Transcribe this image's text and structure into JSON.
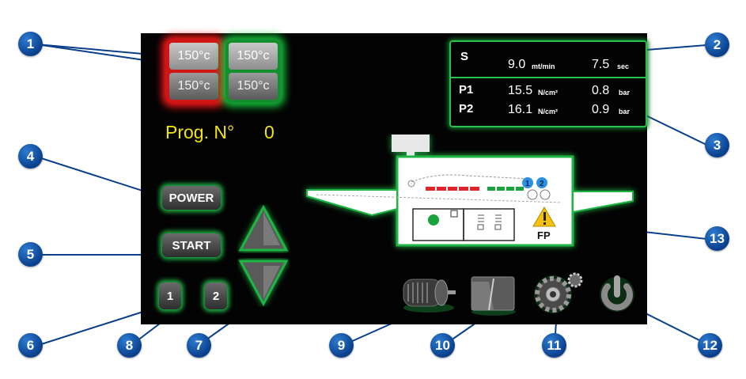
{
  "heaters": [
    {
      "top": "150°c",
      "bottom": "150°c",
      "state": "red"
    },
    {
      "top": "150°c",
      "bottom": "150°c",
      "state": "green"
    }
  ],
  "program": {
    "label": "Prog. N°",
    "number": "0"
  },
  "buttons": {
    "power": "POWER",
    "start": "START",
    "group1": "1",
    "group2": "2"
  },
  "speed_panel": {
    "s_label": "S",
    "s_value": "9.0",
    "s_unit": "mt/min",
    "s_time": "7.5",
    "s_time_unit": "sec",
    "p1_label": "P1",
    "p1_value": "15.5",
    "p1_unit": "N/cm²",
    "p1_bar": "0.8",
    "p1_bar_unit": "bar",
    "p2_label": "P2",
    "p2_value": "16.1",
    "p2_unit": "N/cm²",
    "p2_bar": "0.9",
    "p2_bar_unit": "bar"
  },
  "machine": {
    "station1": "1",
    "station2": "2",
    "warning_label": "FP"
  },
  "callouts": [
    "1",
    "2",
    "3",
    "4",
    "5",
    "6",
    "7",
    "8",
    "9",
    "10",
    "11",
    "12",
    "13"
  ],
  "icons": [
    "motor-icon",
    "folder-icon",
    "gear-icon",
    "power-icon",
    "warning-icon"
  ],
  "colors": {
    "accent_green": "#29c24a",
    "alarm_red": "#ff1a1a",
    "prog_yellow": "#f3e316",
    "callout_blue": "#0a3f8c"
  }
}
